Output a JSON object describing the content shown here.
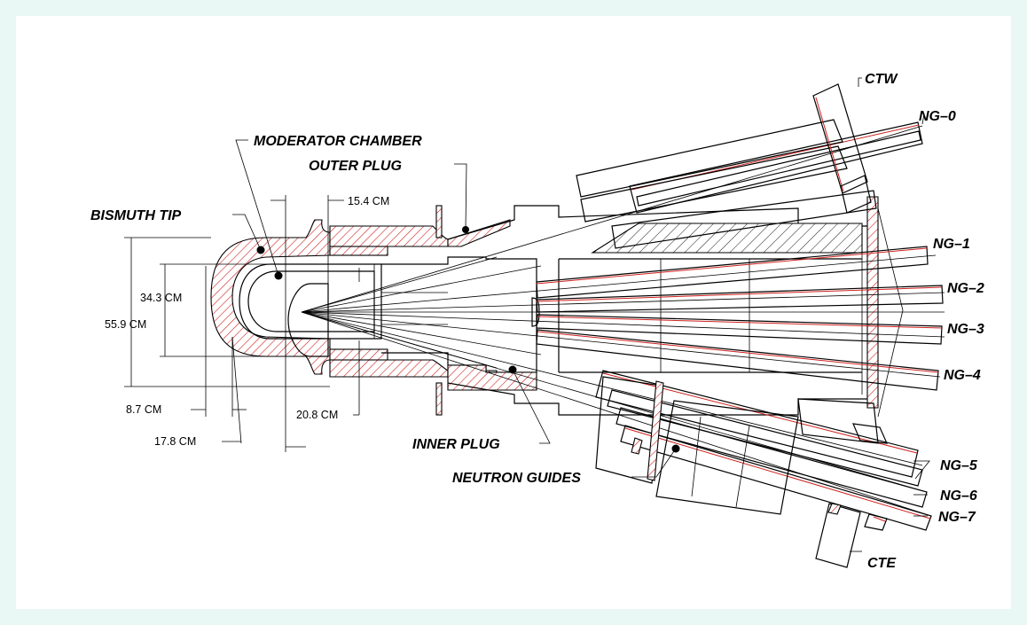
{
  "labels": {
    "ctw": "CTW",
    "ng0": "NG–0",
    "ng1": "NG–1",
    "ng2": "NG–2",
    "ng3": "NG–3",
    "ng4": "NG–4",
    "ng5": "NG–5",
    "ng6": "NG–6",
    "ng7": "NG–7",
    "cte": "CTE",
    "moderator_chamber": "MODERATOR CHAMBER",
    "outer_plug": "OUTER PLUG",
    "bismuth_tip": "BISMUTH TIP",
    "inner_plug": "INNER PLUG",
    "neutron_guides": "NEUTRON GUIDES"
  },
  "dimensions": {
    "d_15_4": "15.4 CM",
    "d_34_3": "34.3 CM",
    "d_55_9": "55.9 CM",
    "d_8_7": "8.7 CM",
    "d_17_8": "17.8 CM",
    "d_20_8": "20.8 CM"
  },
  "colors": {
    "background": "#e9f8f4",
    "canvas": "#ffffff",
    "hatch_red": "#d0201f",
    "line": "#000000"
  }
}
